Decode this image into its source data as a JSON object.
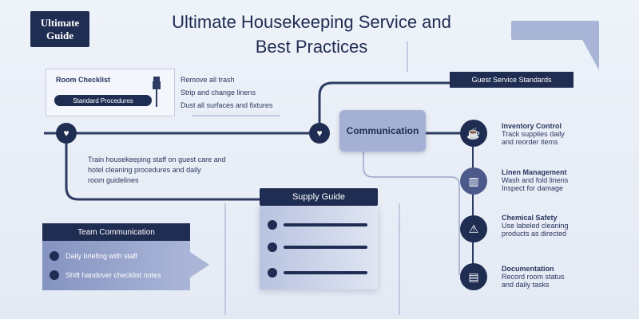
{
  "badge": {
    "line1": "Ultimate",
    "line2": "Guide"
  },
  "title": {
    "line1": "Ultimate Housekeeping Service and",
    "line2": "Best Practices"
  },
  "top_card": {
    "header": "Room Checklist",
    "button": "Standard Procedures",
    "lines": [
      "Remove all trash",
      "Strip and change linens",
      "Dust all surfaces and fixtures"
    ]
  },
  "callout_right": "Guest Service Standards",
  "mid_node": "Communication",
  "left_text": [
    "Train housekeeping staff on guest care and",
    "hotel cleaning procedures and daily",
    "room guidelines"
  ],
  "left_panel": {
    "title": "Team Communication",
    "items": [
      "Daily briefing with staff",
      "Shift handover checklist notes"
    ]
  },
  "center_panel": {
    "title": "Supply Guide"
  },
  "right_items": [
    {
      "title": "Inventory Control",
      "lines": [
        "Track supplies daily",
        "and reorder items"
      ]
    },
    {
      "title": "Linen Management",
      "lines": [
        "Wash and fold linens",
        "Inspect for damage"
      ]
    },
    {
      "title": "Chemical Safety",
      "lines": [
        "Use labeled cleaning",
        "products as directed"
      ]
    },
    {
      "title": "Documentation",
      "lines": [
        "Record room status",
        "and daily tasks"
      ]
    }
  ],
  "colors": {
    "navy": "#1f2d52",
    "panel": "#8d9cc6",
    "line": "#2e3b63"
  }
}
